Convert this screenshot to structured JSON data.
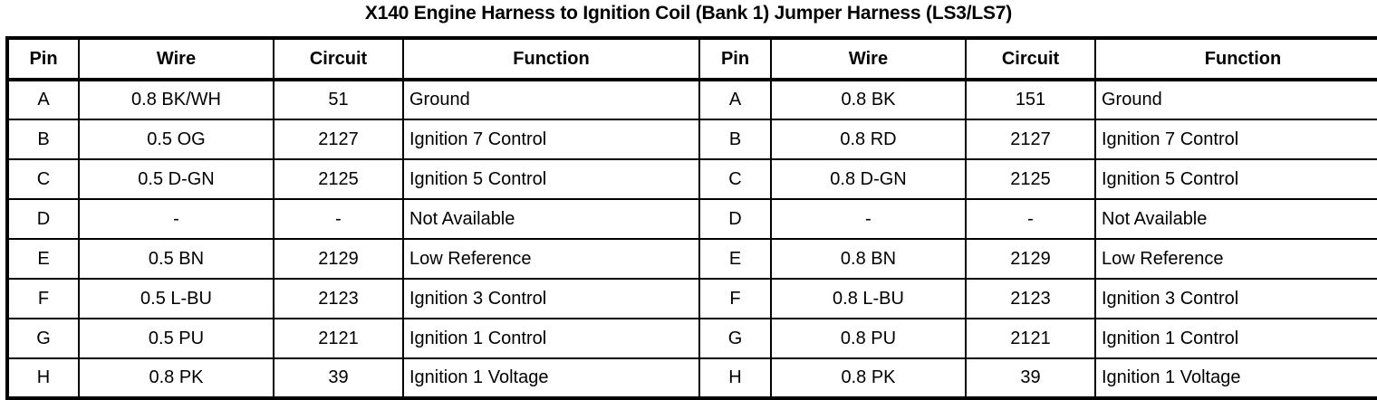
{
  "document": {
    "title": "X140 Engine Harness to Ignition Coil (Bank 1) Jumper Harness (LS3/LS7)"
  },
  "table": {
    "headers": {
      "pin": "Pin",
      "wire": "Wire",
      "circuit": "Circuit",
      "function": "Function"
    },
    "left_connector": {
      "rows": [
        {
          "pin": "A",
          "wire": "0.8 BK/WH",
          "circuit": "51",
          "function": "Ground"
        },
        {
          "pin": "B",
          "wire": "0.5 OG",
          "circuit": "2127",
          "function": "Ignition 7 Control"
        },
        {
          "pin": "C",
          "wire": "0.5 D-GN",
          "circuit": "2125",
          "function": "Ignition 5 Control"
        },
        {
          "pin": "D",
          "wire": "-",
          "circuit": "-",
          "function": "Not Available"
        },
        {
          "pin": "E",
          "wire": "0.5 BN",
          "circuit": "2129",
          "function": "Low Reference"
        },
        {
          "pin": "F",
          "wire": "0.5 L-BU",
          "circuit": "2123",
          "function": "Ignition 3 Control"
        },
        {
          "pin": "G",
          "wire": "0.5 PU",
          "circuit": "2121",
          "function": "Ignition 1 Control"
        },
        {
          "pin": "H",
          "wire": "0.8 PK",
          "circuit": "39",
          "function": "Ignition 1 Voltage"
        }
      ]
    },
    "right_connector": {
      "rows": [
        {
          "pin": "A",
          "wire": "0.8 BK",
          "circuit": "151",
          "function": "Ground"
        },
        {
          "pin": "B",
          "wire": "0.8 RD",
          "circuit": "2127",
          "function": "Ignition 7 Control"
        },
        {
          "pin": "C",
          "wire": "0.8 D-GN",
          "circuit": "2125",
          "function": "Ignition 5 Control"
        },
        {
          "pin": "D",
          "wire": "-",
          "circuit": "-",
          "function": "Not Available"
        },
        {
          "pin": "E",
          "wire": "0.8 BN",
          "circuit": "2129",
          "function": "Low Reference"
        },
        {
          "pin": "F",
          "wire": "0.8 L-BU",
          "circuit": "2123",
          "function": "Ignition 3 Control"
        },
        {
          "pin": "G",
          "wire": "0.8 PU",
          "circuit": "2121",
          "function": "Ignition 1 Control"
        },
        {
          "pin": "H",
          "wire": "0.8 PK",
          "circuit": "39",
          "function": "Ignition 1 Voltage"
        }
      ]
    }
  },
  "colors": {
    "text": "#000000",
    "background": "#ffffff",
    "border": "#000000"
  }
}
